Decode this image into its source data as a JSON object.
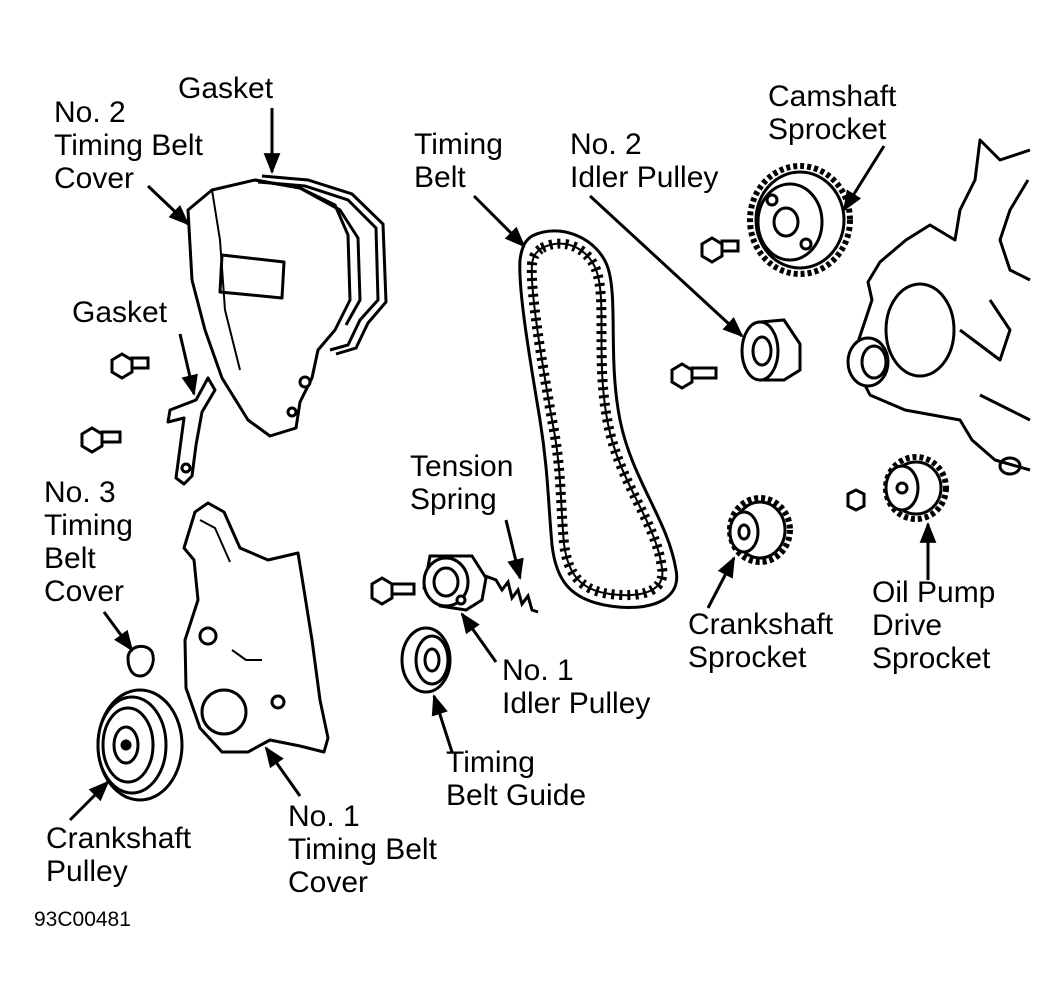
{
  "figure_code": "93C00481",
  "colors": {
    "ink": "#000000",
    "paper": "#ffffff"
  },
  "labels": {
    "gasket_top": "Gasket",
    "no2_cover": [
      "No. 2",
      "Timing Belt",
      "Cover"
    ],
    "gasket_mid": "Gasket",
    "no3_cover": [
      "No. 3",
      "Timing",
      "Belt",
      "Cover"
    ],
    "crank_pulley": [
      "Crankshaft",
      "Pulley"
    ],
    "no1_cover": [
      "No. 1",
      "Timing Belt",
      "Cover"
    ],
    "timing_belt": [
      "Timing",
      "Belt"
    ],
    "tension_spring": [
      "Tension",
      "Spring"
    ],
    "no1_idler": [
      "No. 1",
      "Idler Pulley"
    ],
    "belt_guide": [
      "Timing",
      "Belt Guide"
    ],
    "no2_idler": [
      "No. 2",
      "Idler Pulley"
    ],
    "cam_sprocket": [
      "Camshaft",
      "Sprocket"
    ],
    "crank_sprocket": [
      "Crankshaft",
      "Sprocket"
    ],
    "oil_pump": [
      "Oil Pump",
      "Drive",
      "Sprocket"
    ]
  }
}
